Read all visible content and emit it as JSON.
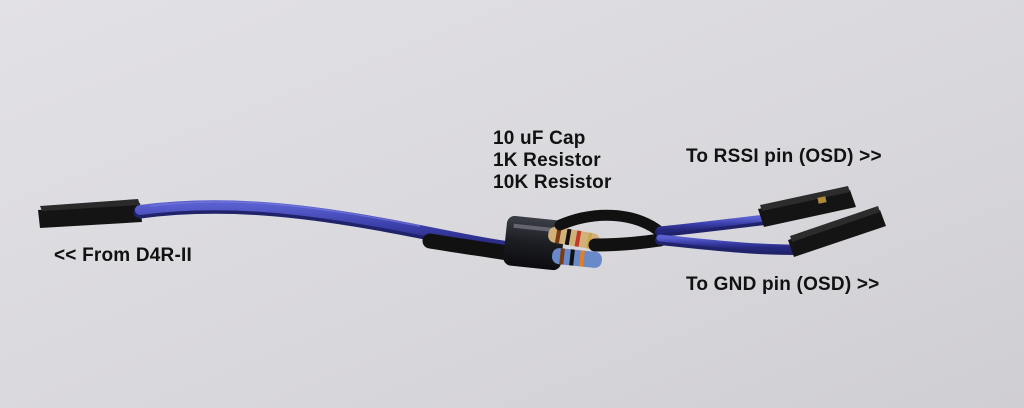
{
  "labels": {
    "from": "<< From D4R-II",
    "parts": [
      "10 uF Cap",
      "1K Resistor",
      "10K Resistor"
    ],
    "rssi": "To RSSI pin  (OSD) >>",
    "gnd": "To GND pin  (OSD) >>"
  },
  "cable_colors": {
    "wire": "#3b3ea6",
    "heat_shrink": "#1a1a1a",
    "connector": "#151515",
    "background": "#d9d8dc"
  }
}
